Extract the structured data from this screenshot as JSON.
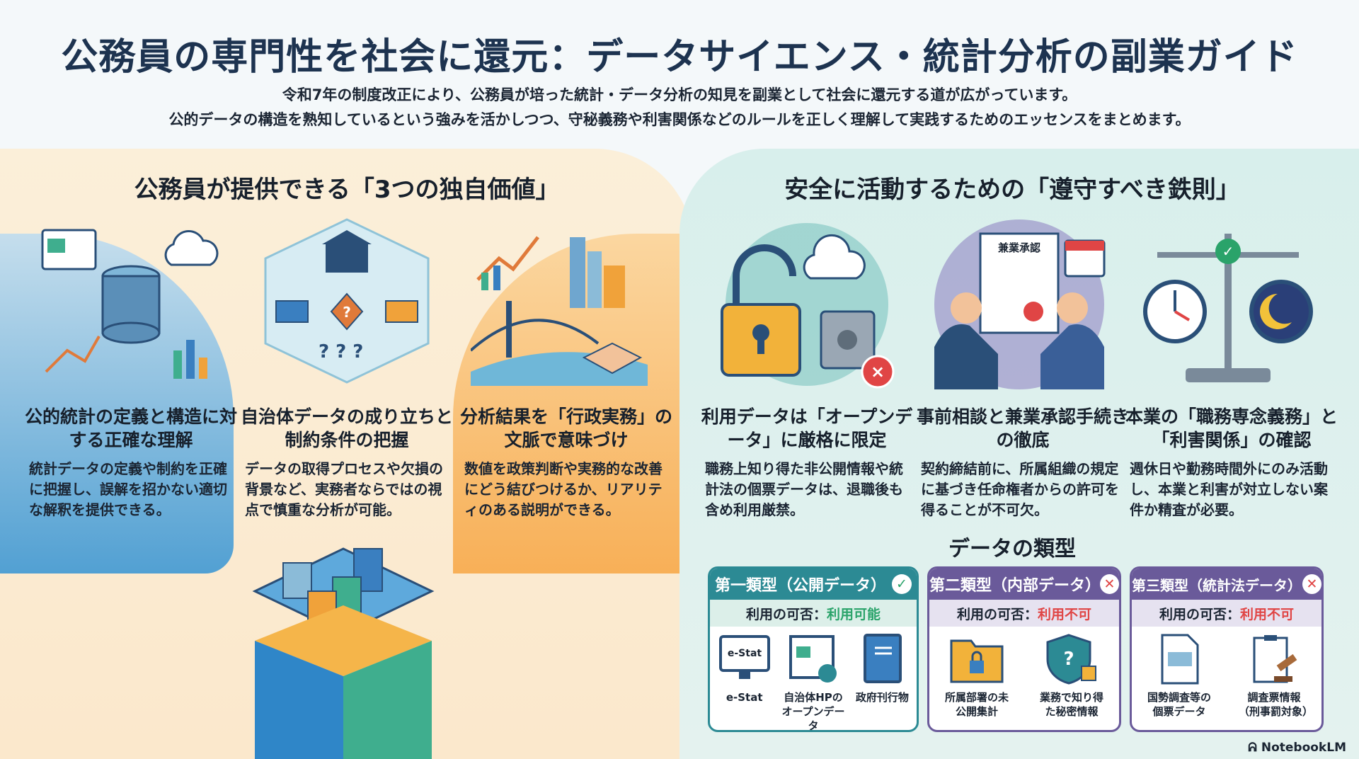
{
  "title": "公務員の専門性を社会に還元：データサイエンス・統計分析の副業ガイド",
  "subtitle": [
    "令和7年の制度改正により、公務員が培った統計・データ分析の知見を副業として社会に還元する道が広がっています。",
    "公的データの構造を熟知しているという強みを活かしつつ、守秘義務や利害関係などのルールを正しく理解して実践するためのエッセンスをまとめます。"
  ],
  "left": {
    "heading": "公務員が提供できる「3つの独自価値」",
    "items": [
      {
        "title": "公的統計の定義と構造に対する正確な理解",
        "body": "統計データの定義や制約を正確に把握し、誤解を招かない適切な解釈を提供できる。"
      },
      {
        "title": "自治体データの成り立ちと制約条件の把握",
        "body": "データの取得プロセスや欠損の背景など、実務者ならではの視点で慎重な分析が可能。"
      },
      {
        "title": "分析結果を「行政実務」の文脈で意味づけ",
        "body": "数値を政策判断や実務的な改善にどう結びつけるか、リアリティのある説明ができる。"
      }
    ]
  },
  "right": {
    "heading": "安全に活動するための「遵守すべき鉄則」",
    "items": [
      {
        "title": "利用データは「オープンデータ」に厳格に限定",
        "body": "職務上知り得た非公開情報や統計法の個票データは、退職後も含め利用厳禁。"
      },
      {
        "title": "事前相談と兼業承認手続きの徹底",
        "body": "契約締結前に、所属組織の規定に基づき任命権者からの許可を得ることが不可欠。",
        "doc_label": "兼業承認"
      },
      {
        "title": "本業の「職務専念義務」と「利害関係」の確認",
        "body": "週休日や勤務時間外にのみ活動し、本業と利害が対立しない案件か精査が必要。"
      }
    ]
  },
  "types": {
    "heading": "データの類型",
    "availability_label": "利用の可否：",
    "cards": [
      {
        "name": "第一類型（公開データ）",
        "status": "利用可能",
        "ok": true,
        "color": "#2c8a94",
        "items": [
          "e-Stat",
          "自治体HPのオープンデータ",
          "政府刊行物"
        ],
        "screen_text": "e-Stat"
      },
      {
        "name": "第二類型（内部データ）",
        "status": "利用不可",
        "ok": false,
        "color": "#6a5a9a",
        "items": [
          "所属部署の未公開集計",
          "業務で知り得た秘密情報"
        ]
      },
      {
        "name": "第三類型（統計法データ）",
        "status": "利用不可",
        "ok": false,
        "color": "#6a5a9a",
        "items": [
          "国勢調査等の個票データ",
          "調査票情報（刑事罰対象）"
        ]
      }
    ]
  },
  "branding": "NotebookLM",
  "colors": {
    "ok": "#2aa36a",
    "ng": "#e04545"
  }
}
